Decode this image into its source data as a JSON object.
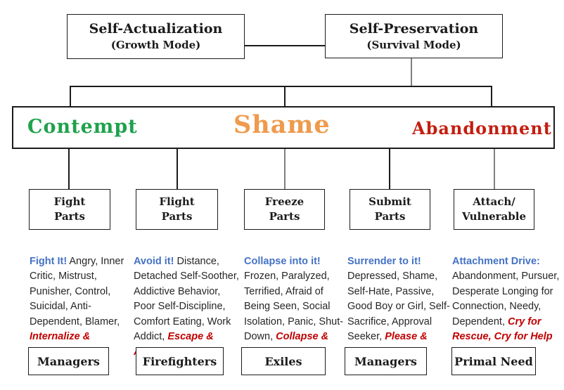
{
  "top_boxes": [
    {
      "title": "Self-Actualization",
      "subtitle": "(Growth Mode)"
    },
    {
      "title": "Self-Preservation",
      "subtitle": "(Survival Mode)"
    }
  ],
  "band": {
    "items": [
      {
        "label": "Contempt",
        "color": "#1fa24d"
      },
      {
        "label": "Shame",
        "color": "#ef9a4c"
      },
      {
        "label": "Abandonment",
        "color": "#c41e10"
      }
    ]
  },
  "accent_colors": {
    "lead_blue": "#4472c4",
    "tail_red": "#c00000"
  },
  "columns": [
    {
      "part": {
        "line1": "Fight",
        "line2": "Parts"
      },
      "lead": "Fight It!",
      "body": "Angry, Inner Critic, Mistrust, Punisher, Control, Suicidal, Anti-Dependent, Blamer,",
      "tail": "Internalize & Externalize",
      "footer": "Managers"
    },
    {
      "part": {
        "line1": "Flight",
        "line2": "Parts"
      },
      "lead": "Avoid it!",
      "body": "Distance, Detached Self-Soother, Addictive Behavior, Poor Self-Discipline, Comfort Eating, Work Addict,",
      "tail": "Escape & Addiction",
      "footer": "Firefighters"
    },
    {
      "part": {
        "line1": "Freeze",
        "line2": "Parts"
      },
      "lead": "Collapse into it!",
      "body": "Frozen, Paralyzed, Terrified, Afraid of Being Seen, Social Isolation, Panic, Shut- Down,",
      "tail": "Collapse & Submit",
      "footer": "Exiles"
    },
    {
      "part": {
        "line1": "Submit",
        "line2": "Parts"
      },
      "lead": "Surrender to it!",
      "body": "Depressed, Shame, Self-Hate, Passive, Good Boy or Girl, Self-Sacrifice, Approval Seeker,",
      "tail": "Please & Appease",
      "footer": "Managers"
    },
    {
      "part": {
        "line1": "Attach/",
        "line2": "Vulnerable"
      },
      "lead": "Attachment Drive:",
      "body": "Abandonment, Pursuer, Desperate Longing for Connection, Needy, Dependent,",
      "tail": "Cry for Rescue, Cry for Help",
      "footer": "Primal Need"
    }
  ]
}
